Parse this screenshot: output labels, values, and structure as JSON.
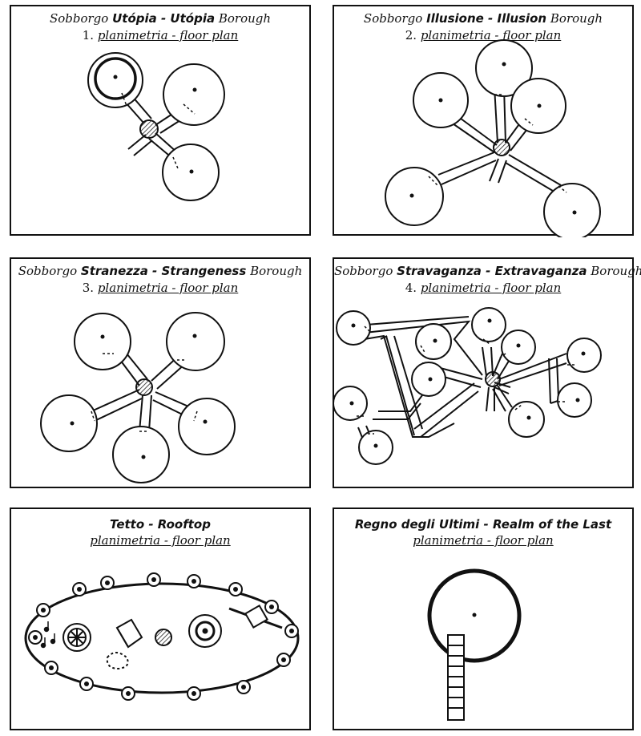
{
  "panels": [
    {
      "prefix": "Sobborgo",
      "name": "Utópia - Utópia",
      "suffix": "Borough",
      "number": "1.",
      "subtitle": "planimetria - floor plan"
    },
    {
      "prefix": "Sobborgo",
      "name": "Illusione - Illusion",
      "suffix": "Borough",
      "number": "2.",
      "subtitle": "planimetria - floor plan"
    },
    {
      "prefix": "Sobborgo",
      "name": "Stranezza - Strangeness",
      "suffix": "Borough",
      "number": "3.",
      "subtitle": "planimetria - floor plan"
    },
    {
      "prefix": "Sobborgo",
      "name": "Stravaganza - Extravaganza",
      "suffix": "Borough",
      "number": "4.",
      "subtitle": "planimetria - floor plan"
    },
    {
      "title": "Tetto - Rooftop",
      "subtitle": "planimetria - floor plan"
    },
    {
      "title": "Regno degli Ultimi - Realm of the Last",
      "subtitle": "planimetria - floor plan"
    }
  ]
}
